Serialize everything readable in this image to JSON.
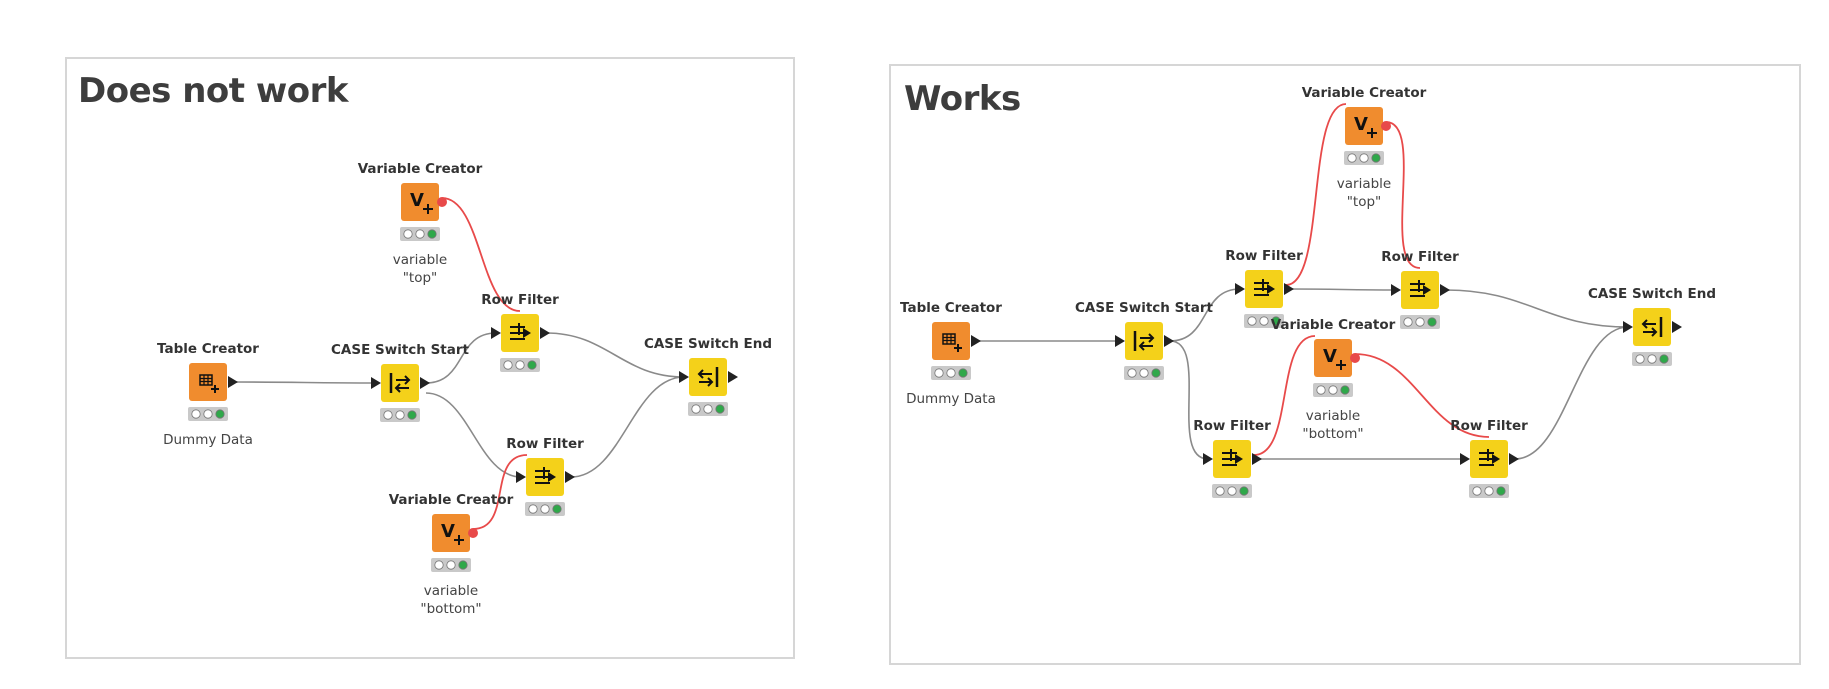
{
  "panels": [
    {
      "title": "Does not work",
      "nodes": [
        {
          "type": "table",
          "label": "Table Creator",
          "note": [
            "Dummy Data"
          ]
        },
        {
          "type": "caseStart",
          "label": "CASE Switch Start",
          "note": []
        },
        {
          "type": "var",
          "label": "Variable Creator",
          "note": [
            "variable",
            "\"top\""
          ]
        },
        {
          "type": "rowfilter",
          "label": "Row Filter",
          "note": []
        },
        {
          "type": "rowfilter",
          "label": "Row Filter",
          "note": []
        },
        {
          "type": "var",
          "label": "Variable Creator",
          "note": [
            "variable",
            "\"bottom\""
          ]
        },
        {
          "type": "caseEnd",
          "label": "CASE Switch End",
          "note": []
        }
      ]
    },
    {
      "title": "Works",
      "nodes": [
        {
          "type": "table",
          "label": "Table Creator",
          "note": [
            "Dummy Data"
          ]
        },
        {
          "type": "caseStart",
          "label": "CASE Switch Start",
          "note": []
        },
        {
          "type": "rowfilter",
          "label": "Row Filter",
          "note": []
        },
        {
          "type": "var",
          "label": "Variable Creator",
          "note": [
            "variable",
            "\"top\""
          ]
        },
        {
          "type": "rowfilter",
          "label": "Row Filter",
          "note": []
        },
        {
          "type": "var",
          "label": "Variable Creator",
          "note": [
            "variable",
            "\"bottom\""
          ]
        },
        {
          "type": "rowfilter",
          "label": "Row Filter",
          "note": []
        },
        {
          "type": "rowfilter",
          "label": "Row Filter",
          "note": []
        },
        {
          "type": "caseEnd",
          "label": "CASE Switch End",
          "note": []
        }
      ]
    }
  ],
  "colors": {
    "yellow_node": "#f4d11a",
    "orange_node": "#f08c2e",
    "flow_connection": "#8a8a8a",
    "variable_connection": "#e84a4a",
    "status_ok": "#2fa84a",
    "status_bg": "#c9c9c9"
  },
  "icons": {
    "table": "table-plus-icon",
    "var": "variable-plus-icon",
    "rowfilter": "row-filter-icon",
    "caseStart": "case-switch-start-icon",
    "caseEnd": "case-switch-end-icon"
  }
}
